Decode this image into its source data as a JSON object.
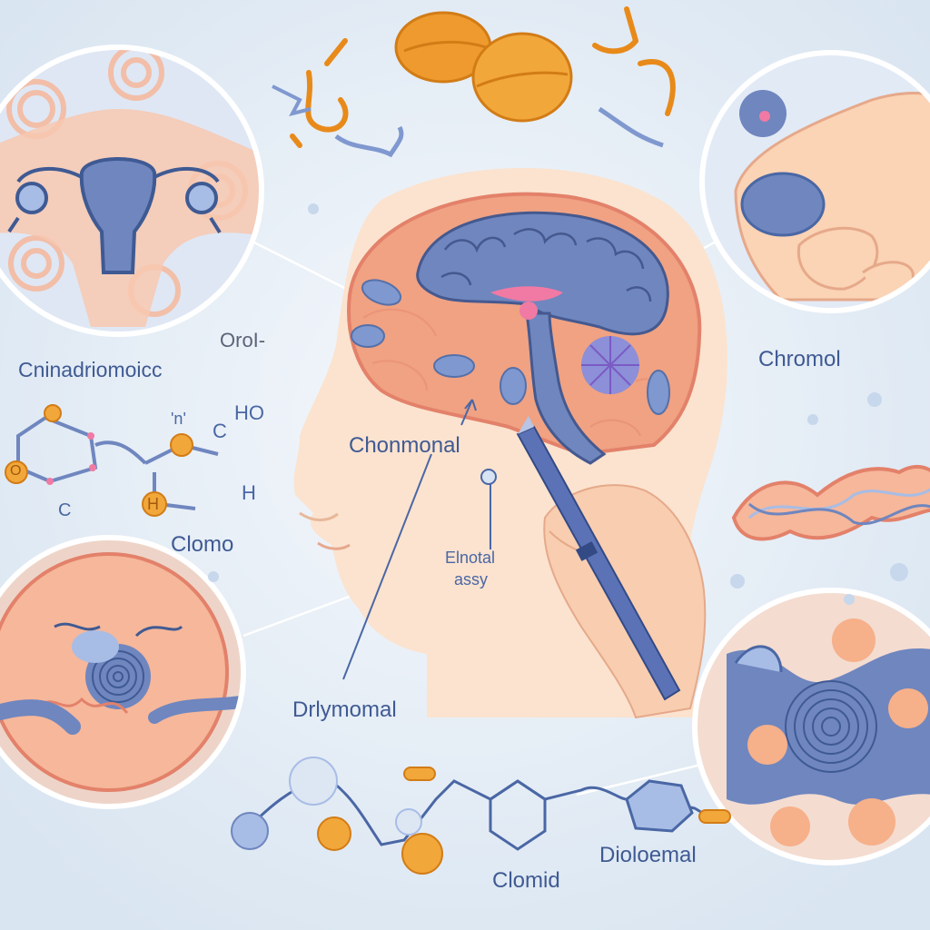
{
  "labels": {
    "top_left_partial": "OroI-",
    "left_word": "Cninadriomoicc",
    "center_word": "Chonmonal",
    "right_word": "Chromol",
    "left_lower_word": "Clomo",
    "pen_note_line1": "Elnotal",
    "pen_note_line2": "assy",
    "bottom_center_word": "Drlymomal",
    "bottom_right_word": "Dioloemal",
    "bottom_word": "Clomid"
  },
  "formula_atoms": {
    "ho": "HO",
    "c_top": "C",
    "n": "'n'",
    "h_bottom": "H",
    "c_left": "C",
    "h_orange": "H",
    "o_orange": "O"
  },
  "colors": {
    "background": "#e6eef6",
    "label_blue": "#3f5a93",
    "label_gray": "#5a6478",
    "brain_blue": "#6f86bf",
    "tissue_peach": "#f2a58a",
    "pill_orange": "#ee9a2e",
    "skin": "#fbe3cf"
  },
  "icons": {
    "uterus": "uterus-icon",
    "brain": "brain-icon",
    "pill": "pill-icon",
    "pen": "pen-icon",
    "molecule": "molecule-icon",
    "cell": "cell-icon",
    "finger": "finger-icon",
    "dna": "dna-strand-icon"
  }
}
